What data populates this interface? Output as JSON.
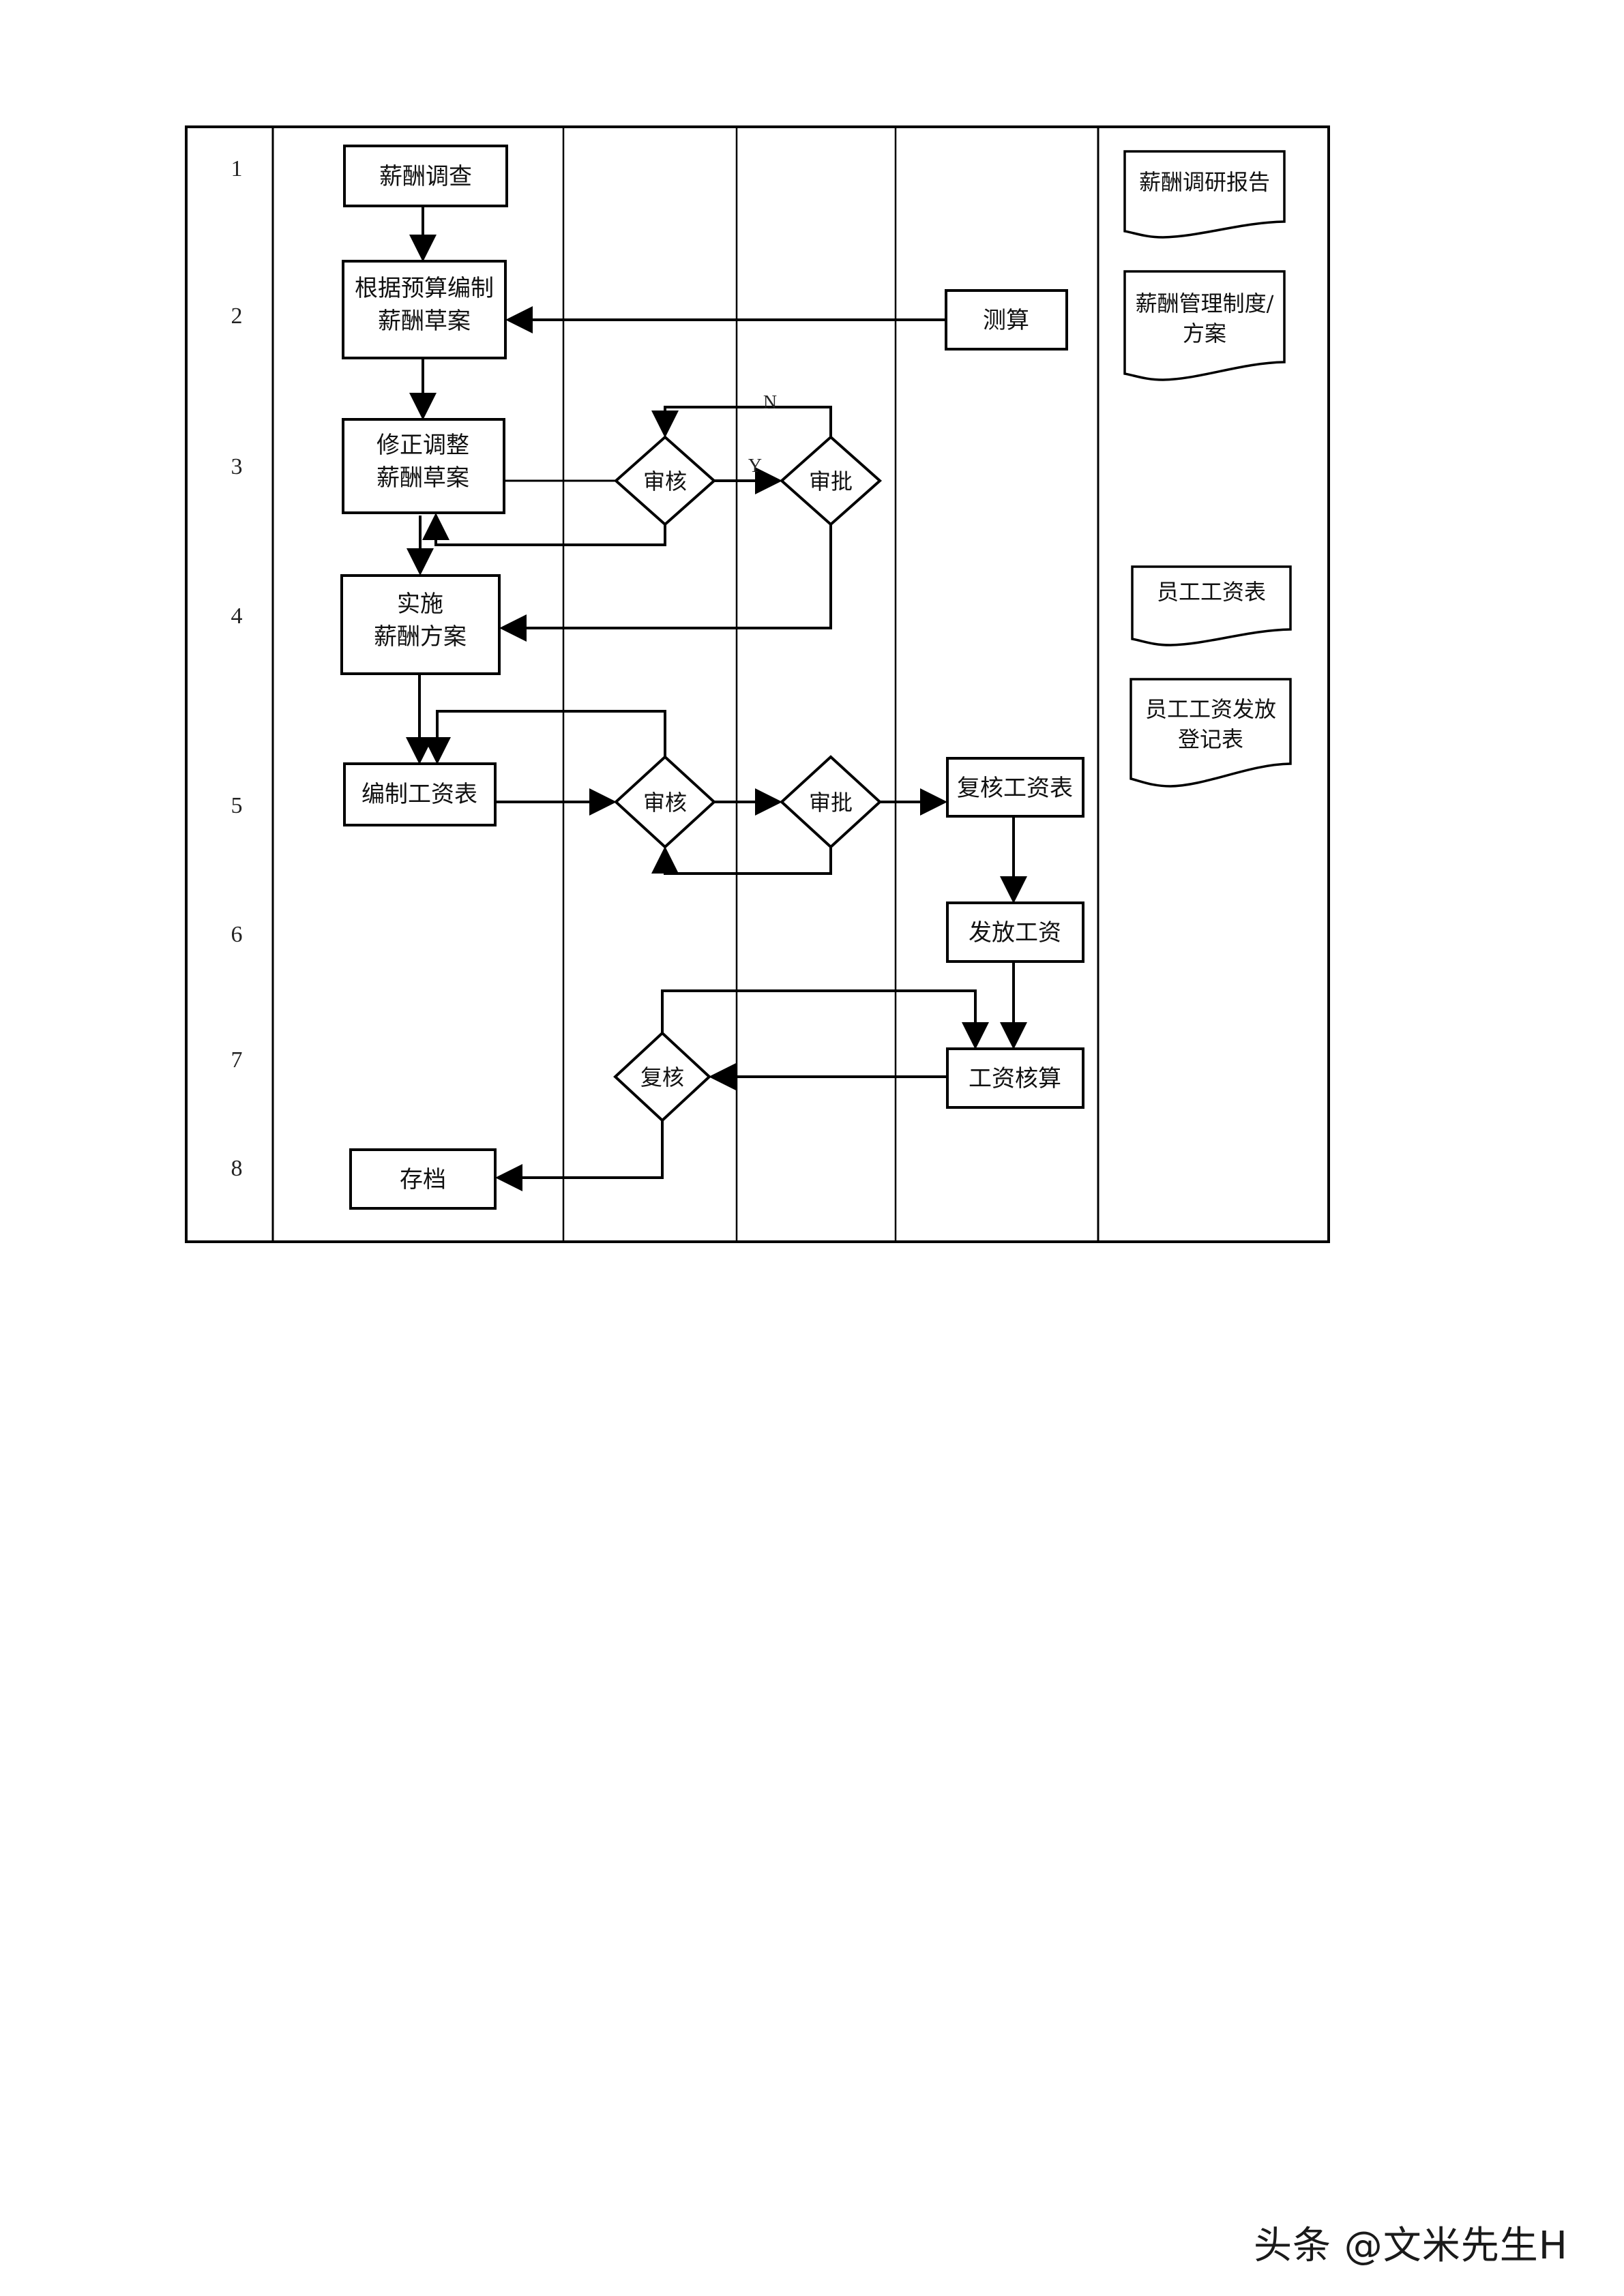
{
  "rows": [
    "1",
    "2",
    "3",
    "4",
    "5",
    "6",
    "7",
    "8"
  ],
  "nodes": {
    "salary_survey": [
      "薪酬调查"
    ],
    "draft_by_budget": [
      "根据预算编制",
      "薪酬草案"
    ],
    "calculation": [
      "测算"
    ],
    "revise_draft": [
      "修正调整",
      "薪酬草案"
    ],
    "review_1": [
      "审核"
    ],
    "approve_1": [
      "审批"
    ],
    "implement": [
      "实施",
      "薪酬方案"
    ],
    "prepare_payroll": [
      "编制工资表"
    ],
    "review_2": [
      "审核"
    ],
    "approve_2": [
      "审批"
    ],
    "recheck_payroll": [
      "复核工资表"
    ],
    "pay_salary": [
      "发放工资"
    ],
    "salary_accounting": [
      "工资核算"
    ],
    "recheck": [
      "复核"
    ],
    "archive": [
      "存档"
    ]
  },
  "documents": {
    "survey_report": [
      "薪酬调研报告"
    ],
    "policy": [
      "薪酬管理制度/",
      "方案"
    ],
    "payroll_sheet": [
      "员工工资表"
    ],
    "payment_register": [
      "员工工资发放",
      "登记表"
    ]
  },
  "labels": {
    "no": "N",
    "yes": "Y"
  },
  "watermark": "头条 @文米先生H",
  "colors": {
    "line": "#000000",
    "text": "#111111",
    "background": "#ffffff"
  }
}
